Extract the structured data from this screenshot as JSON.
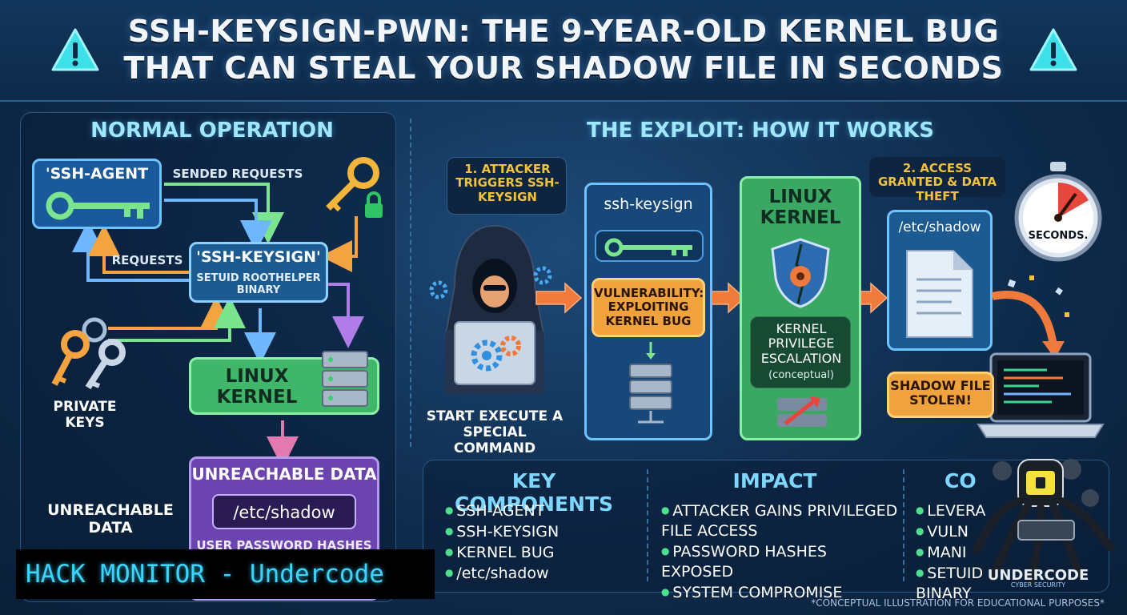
{
  "header": {
    "title_line1": "SSH-KEYSIGN-PWN: THE 9-YEAR-OLD KERNEL BUG",
    "title_line2": "THAT CAN STEAL YOUR SHADOW FILE IN SECONDS"
  },
  "normal": {
    "title": "NORMAL OPERATION",
    "ssh_agent": "'SSH-AGENT",
    "sended_requests": "SENDED REQUESTS",
    "requests": "REQUESTS",
    "keysign_title": "'SSH-KEYSIGN'",
    "keysign_sub": "SETUID ROOTHELPER BINARY",
    "private_keys": "PRIVATE KEYS",
    "linux_kernel": "LINUX KERNEL",
    "unreachable_title": "UNREACHABLE DATA",
    "shadow_path": "/etc/shadow",
    "user_hashes": "USER PASSWORD HASHES",
    "unreachable_side": "UNREACHABLE DATA"
  },
  "exploit": {
    "title": "THE EXPLOIT: HOW IT WORKS",
    "step1": "1. ATTACKER TRIGGERS SSH-KEYSIGN",
    "start_cmd": "START EXECUTE A SPECIAL COMMAND",
    "keysign_label": "ssh-keysign",
    "vuln": "VULNERABILITY: EXPLOITING KERNEL BUG",
    "kernel_title": "LINUX KERNEL",
    "kernel_priv": "KERNEL PRIVILEGE ESCALATION",
    "kernel_conceptual": "(conceptual)",
    "step2": "2. ACCESS GRANTED & DATA THEFT",
    "shadow_file": "/etc/shadow",
    "seconds": "SECONDS.",
    "stolen": "SHADOW FILE STOLEN!"
  },
  "bottom": {
    "key_components": {
      "title": "KEY COMPONENTS",
      "items": [
        "SSH-AGENT",
        "SSH-KEYSIGN",
        "KERNEL BUG",
        "/etc/shadow"
      ]
    },
    "impact": {
      "title": "IMPACT",
      "items": [
        "ATTACKER GAINS PRIVILEGED FILE ACCESS",
        "PASSWORD HASHES EXPOSED",
        "SYSTEM COMPROMISE"
      ]
    },
    "concept": {
      "title": "CO",
      "items": [
        "LEVERA",
        "VULN",
        "MANI",
        "SETUID BINARY"
      ]
    },
    "footnote": "*CONCEPTUAL ILLUSTRATION FOR EDUCATIONAL PURPOSES*"
  },
  "badge": {
    "text": "HACK MONITOR - Undercode"
  },
  "logo": {
    "name": "UNDERCODE",
    "tagline": "CYBER SECURITY"
  },
  "colors": {
    "accent_blue": "#3bd6ff",
    "green": "#56d67a",
    "orange": "#f07a3c",
    "purple": "#8e5bd6",
    "yellow": "#f3c23b"
  }
}
